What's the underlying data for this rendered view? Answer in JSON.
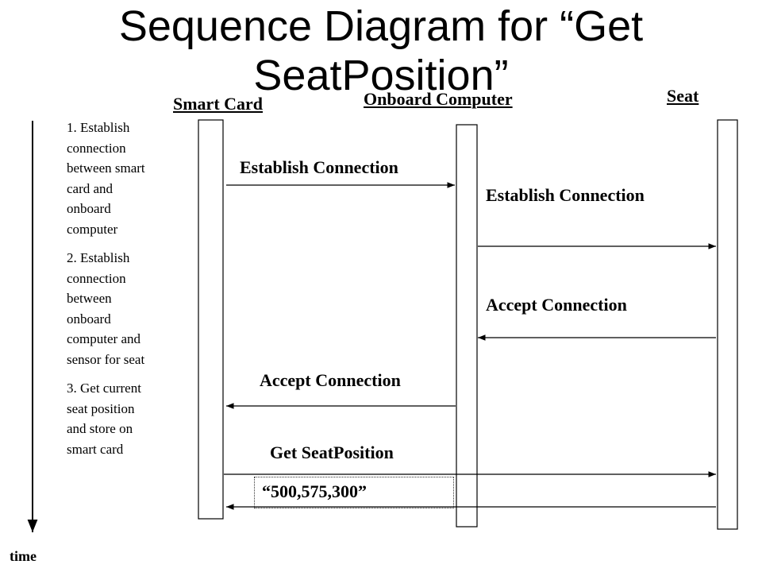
{
  "title": "Sequence Diagram for “Get\nSeatPosition”",
  "actors": {
    "smart_card": "Smart Card",
    "onboard_computer": "Onboard Computer",
    "seat": "Seat"
  },
  "steps": [
    "1. Establish connection between smart card and onboard computer",
    "2. Establish connection between onboard computer and  sensor for seat",
    "3. Get current seat position and store on smart card"
  ],
  "time_label": "time",
  "messages": {
    "m1": "Establish  Connection",
    "m2": "Establish  Connection",
    "m3": "Accept Connection",
    "m4": "Accept Connection",
    "m5": "Get SeatPosition",
    "m6": "“500,575,300”"
  }
}
